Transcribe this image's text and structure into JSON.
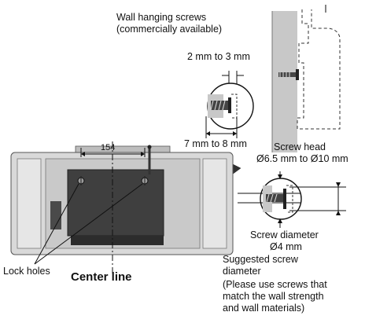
{
  "labels": {
    "wall_screws_1": "Wall hanging screws",
    "wall_screws_2": "(commercially available)",
    "protrusion": "2 mm to 3 mm",
    "screw_length": "7 mm to 8 mm",
    "screw_head_1": "Screw head",
    "screw_head_2": "Ø6.5 mm to Ø10 mm",
    "width_dim": "154",
    "screw_diameter_1": "Screw diameter",
    "screw_diameter_2": "Ø4 mm",
    "suggested_1": "Suggested screw",
    "suggested_2": "diameter",
    "note_1": "(Please use screws that",
    "note_2": "match the wall strength",
    "note_3": "and wall materials)",
    "lock_holes": "Lock holes",
    "center_line": "Center line"
  },
  "colors": {
    "wall_fill": "#c8c8c8",
    "device_fill": "#d9d9d9",
    "back_panel": "#3f3f3f",
    "arrow_fill": "#3a3a3a"
  }
}
